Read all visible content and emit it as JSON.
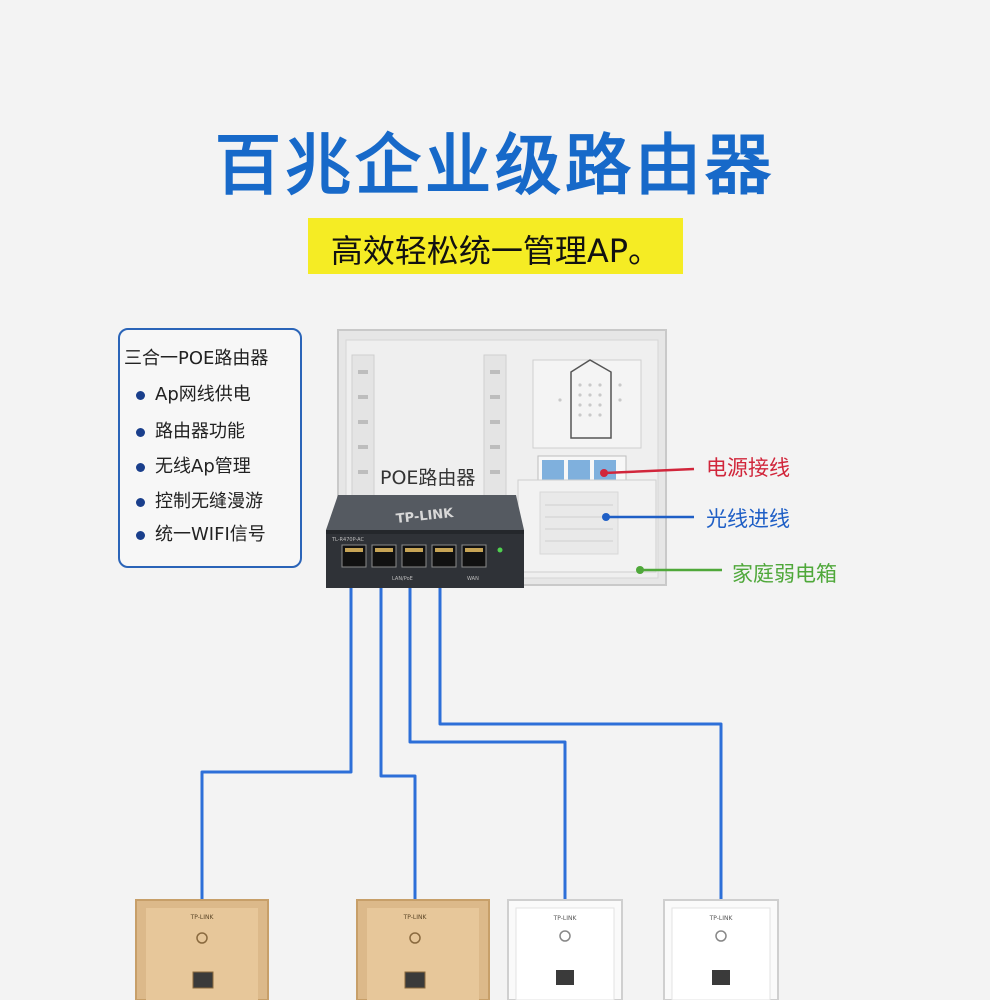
{
  "header": {
    "title": "百兆企业级路由器",
    "subtitle": "高效轻松统一管理AP。"
  },
  "features": {
    "heading": "三合一POE路由器",
    "items": [
      {
        "label": "Ap网线供电"
      },
      {
        "label": "路由器功能"
      },
      {
        "label": "无线Ap管理"
      },
      {
        "label": "控制无缝漫游"
      },
      {
        "label": "统一WIFI信号"
      }
    ]
  },
  "cabinet": {
    "router_label": "POE路由器",
    "router_brand": "TP-LINK",
    "router_model": "TL-R470P-AC",
    "router_port_label": "LAN/PoE",
    "router_wan_label": "WAN"
  },
  "callouts": {
    "power": {
      "label": "电源接线",
      "color": "#d1263b"
    },
    "fiber": {
      "label": "光线进线",
      "color": "#1f5fc6"
    },
    "box": {
      "label": "家庭弱电箱",
      "color": "#4fa83a"
    }
  },
  "aps": [
    {
      "brand": "TP-LINK",
      "finish": "gold"
    },
    {
      "brand": "TP-LINK",
      "finish": "gold"
    },
    {
      "brand": "TP-LINK",
      "finish": "white"
    },
    {
      "brand": "TP-LINK",
      "finish": "white"
    }
  ],
  "colors": {
    "title": "#1769c9",
    "highlight": "#f5ec24",
    "cable": "#2d6fd8"
  }
}
